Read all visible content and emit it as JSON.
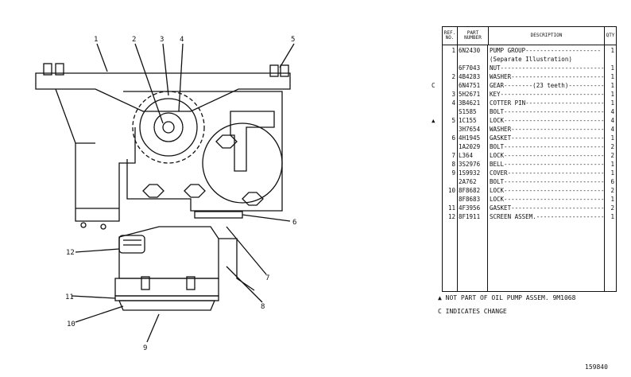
{
  "table": {
    "headers": {
      "ref": "REF. NO.",
      "part": "PART NUMBER",
      "desc": "DESCRIPTION",
      "qty": "QTY"
    },
    "rows": [
      {
        "mark": "",
        "ref": "1",
        "part": "6N2430",
        "desc": "PUMP GROUP---------------------",
        "qty": "1"
      },
      {
        "mark": "",
        "ref": "",
        "part": "",
        "desc": "  (Separate Illustration)",
        "qty": ""
      },
      {
        "mark": "",
        "ref": "",
        "part": "6F7043",
        "desc": "NUT-----------------------------",
        "qty": "1"
      },
      {
        "mark": "",
        "ref": "2",
        "part": "4B4283",
        "desc": "WASHER--------------------------",
        "qty": "1"
      },
      {
        "mark": "C",
        "ref": "",
        "part": "6N4751",
        "desc": "GEAR--------(23 teeth)----------",
        "qty": "1"
      },
      {
        "mark": "",
        "ref": "3",
        "part": "5H2671",
        "desc": "KEY-----------------------------",
        "qty": "1"
      },
      {
        "mark": "",
        "ref": "4",
        "part": "3B4621",
        "desc": "COTTER PIN----------------------",
        "qty": "1"
      },
      {
        "mark": "",
        "ref": "",
        "part": "S1585",
        "desc": "BOLT----------------------------",
        "qty": "4"
      },
      {
        "mark": "▲",
        "ref": "5",
        "part": "1C155",
        "desc": "LOCK----------------------------",
        "qty": "4"
      },
      {
        "mark": "",
        "ref": "",
        "part": "3H7654",
        "desc": "WASHER--------------------------",
        "qty": "4"
      },
      {
        "mark": "",
        "ref": "6",
        "part": "4H1945",
        "desc": "GASKET--------------------------",
        "qty": "1"
      },
      {
        "mark": "",
        "ref": "",
        "part": "1A2029",
        "desc": "BOLT----------------------------",
        "qty": "2"
      },
      {
        "mark": "",
        "ref": "7",
        "part": "L364",
        "desc": "LOCK----------------------------",
        "qty": "2"
      },
      {
        "mark": "",
        "ref": "8",
        "part": "3S2976",
        "desc": "BELL----------------------------",
        "qty": "1"
      },
      {
        "mark": "",
        "ref": "9",
        "part": "1S9932",
        "desc": "COVER---------------------------",
        "qty": "1"
      },
      {
        "mark": "",
        "ref": "",
        "part": "2A762",
        "desc": "BOLT----------------------------",
        "qty": "6"
      },
      {
        "mark": "",
        "ref": "10",
        "part": "8F8682",
        "desc": "LOCK----------------------------",
        "qty": "2"
      },
      {
        "mark": "",
        "ref": "",
        "part": "8F8683",
        "desc": "LOCK----------------------------",
        "qty": "1"
      },
      {
        "mark": "",
        "ref": "11",
        "part": "4F3956",
        "desc": "GASKET--------------------------",
        "qty": "2"
      },
      {
        "mark": "",
        "ref": "12",
        "part": "8F1911",
        "desc": "SCREEN ASSEM.-------------------",
        "qty": "1"
      }
    ]
  },
  "notes": {
    "not_part": "▲ NOT PART OF OIL PUMP ASSEM. 9M1068",
    "indicates_change": "C INDICATES CHANGE"
  },
  "page_number": "159840",
  "callouts": [
    "1",
    "2",
    "3",
    "4",
    "5",
    "6",
    "7",
    "8",
    "9",
    "10",
    "11",
    "12"
  ]
}
